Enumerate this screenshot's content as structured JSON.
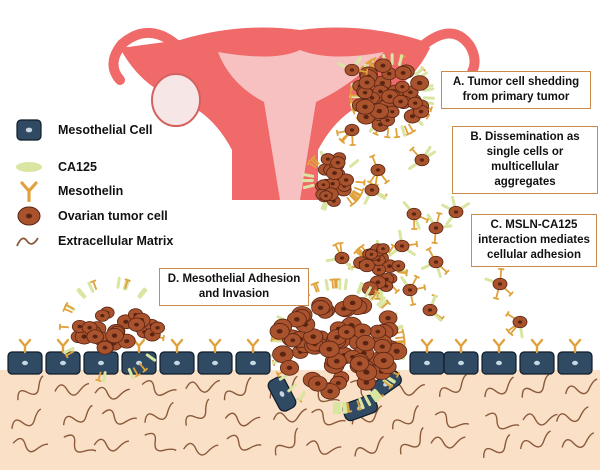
{
  "legend": {
    "items": [
      {
        "icon": "mesothelial-cell-icon",
        "label": "Mesothelial Cell"
      },
      {
        "icon": "ca125-icon",
        "label": "CA125"
      },
      {
        "icon": "mesothelin-icon",
        "label": "Mesothelin"
      },
      {
        "icon": "ovarian-tumor-cell-icon",
        "label": "Ovarian tumor cell"
      },
      {
        "icon": "extracellular-matrix-icon",
        "label": "Extracellular Matrix"
      }
    ]
  },
  "steps": {
    "a": {
      "line1": "A. Tumor cell shedding",
      "line2": "from primary tumor"
    },
    "b": {
      "line1": "B. Dissemination as",
      "line2": "single cells or",
      "line3": "multicellular aggregates"
    },
    "c": {
      "line1": "C. MSLN-CA125",
      "line2": "interaction mediates",
      "line3": "cellular adhesion"
    },
    "d": {
      "line1": "D. Mesothelial Adhesion",
      "line2": "and Invasion"
    }
  },
  "colors": {
    "uterus": "#f06a6a",
    "uterus_inner": "#f8d0d0",
    "ovary": "#f7e6e6",
    "tumor_cell": "#a8522e",
    "tumor_nucleus": "#5a2412",
    "ca125": "#d8e6a2",
    "mesothelin": "#e0a23c",
    "mesothelial_cell": "#2f4a62",
    "tissue": "#fbe0c8",
    "ecm": "#8a5a3a",
    "callout_border": "#c98a4a"
  }
}
